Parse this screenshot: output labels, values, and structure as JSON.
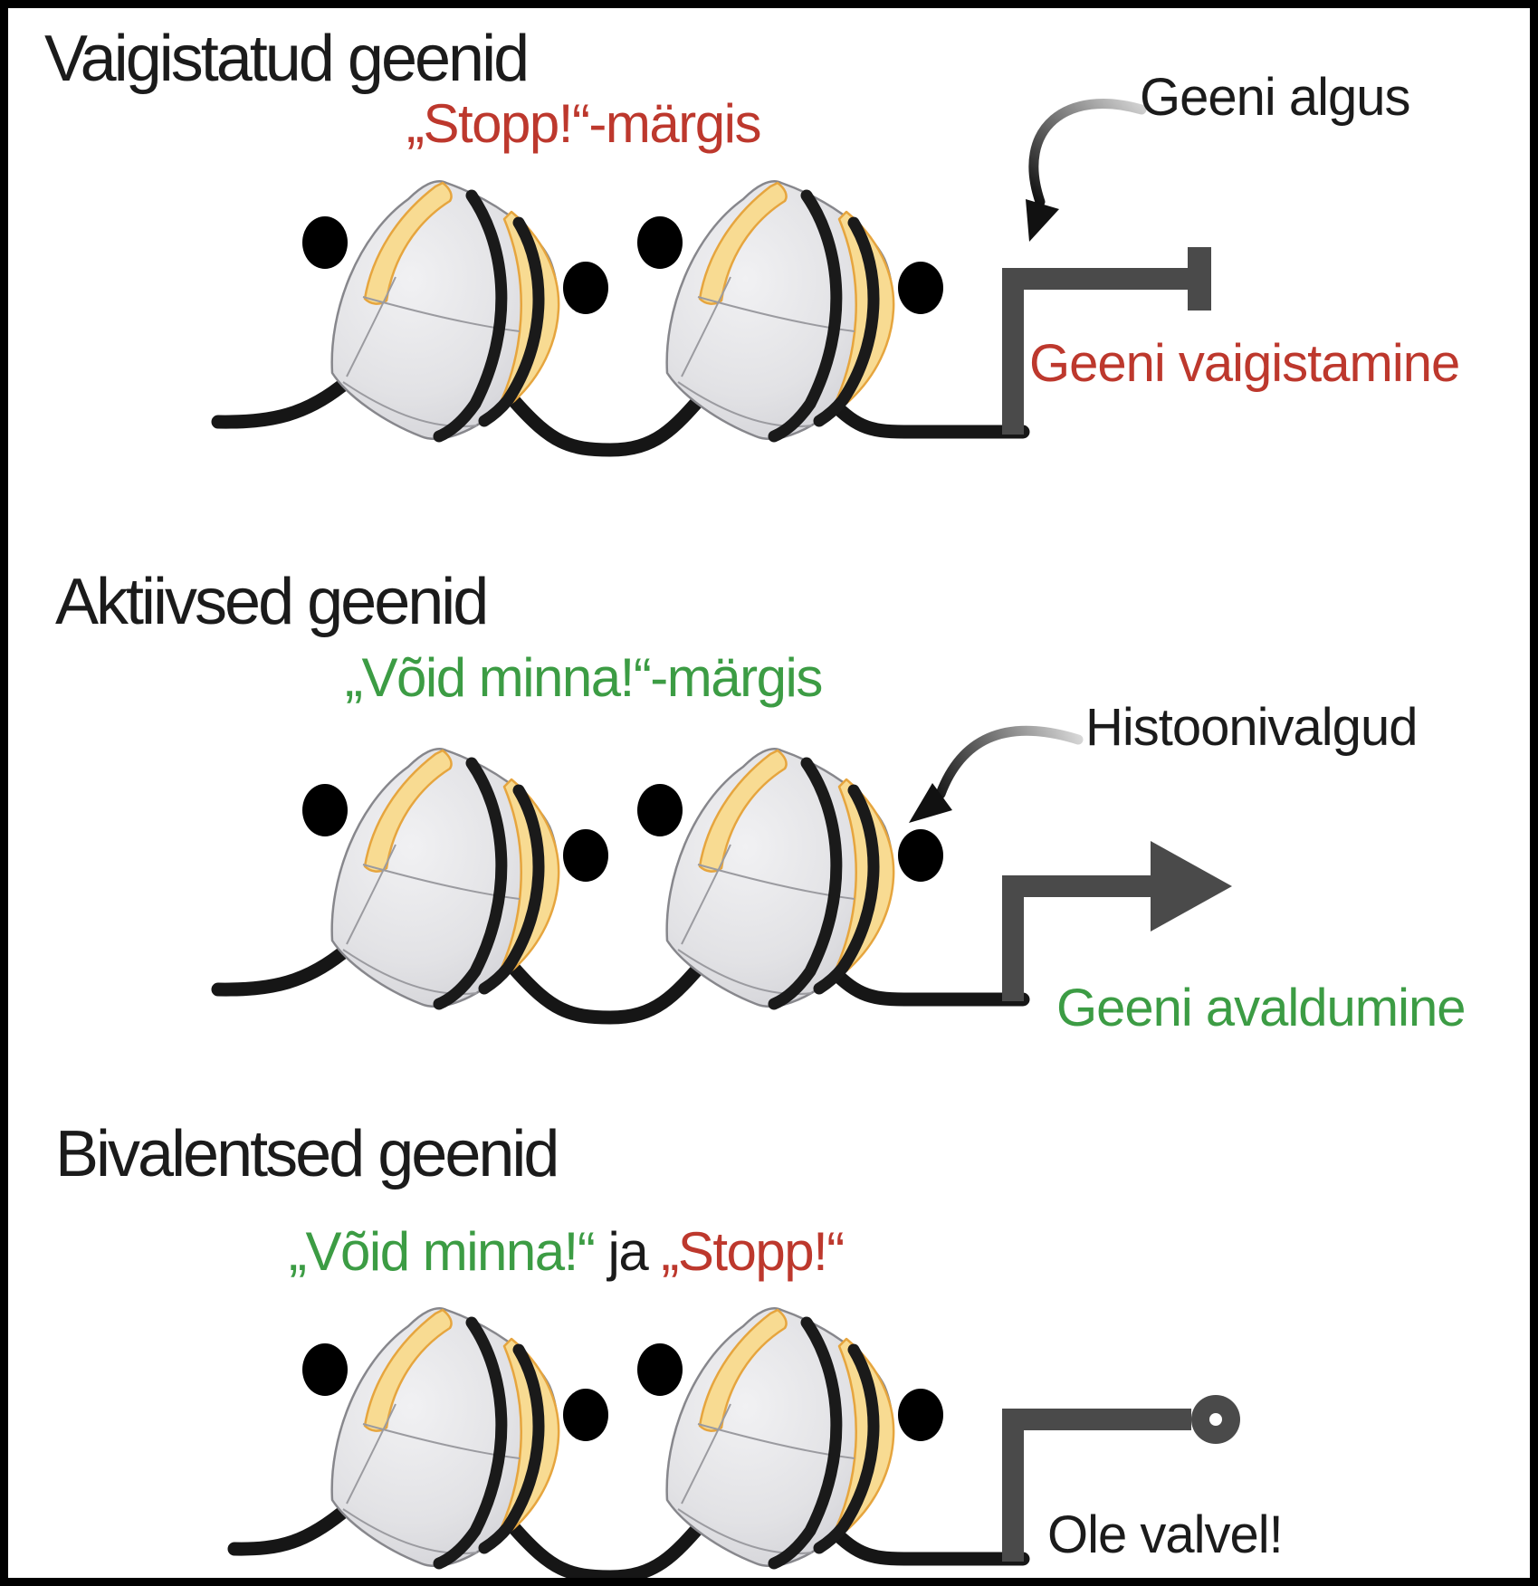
{
  "figure": {
    "description_language": "Estonian",
    "colors": {
      "red": "#bd382d",
      "green": "#3c9c44",
      "black_text": "#1b1b1b",
      "dna": "#161616",
      "gene_glyph": "#4a4a4a",
      "histone_gray": "#dfdfe2",
      "histone_yellow": "#f8db92",
      "yellow_outline": "#e6a53e",
      "background": "#ffffff",
      "border": "#000000"
    },
    "sections": [
      {
        "id": "silenced-genes",
        "title": "Vaigistatud geenid",
        "mark_label": {
          "parts": [
            {
              "text": "„Stopp!“-märgis",
              "color_role": "red"
            }
          ]
        },
        "histone_marks": {
          "left_pin": "red",
          "right_pin": "red"
        },
        "gene_symbol": "blocked-bar",
        "callout": "Geeni algus",
        "result_label": {
          "text": "Geeni vaigistamine",
          "color_role": "red"
        }
      },
      {
        "id": "active-genes",
        "title": "Aktiivsed geenid",
        "mark_label": {
          "parts": [
            {
              "text": "„Võid minna!“-märgis",
              "color_role": "green"
            }
          ]
        },
        "histone_marks": {
          "left_pin": "green",
          "right_pin": "green"
        },
        "gene_symbol": "expression-arrow",
        "callout": "Histoonivalgud",
        "result_label": {
          "text": "Geeni avaldumine",
          "color_role": "green"
        }
      },
      {
        "id": "bivalent-genes",
        "title": "Bivalentsed geenid",
        "mark_label": {
          "parts": [
            {
              "text": "„Võid minna!“",
              "color_role": "green"
            },
            {
              "text": " ja ",
              "color_role": "black"
            },
            {
              "text": "„Stopp!“",
              "color_role": "red"
            }
          ]
        },
        "histone_marks": {
          "left_pin": "red",
          "right_pin": "green"
        },
        "gene_symbol": "paused-circle",
        "callout": "",
        "result_label": {
          "text": "Ole valvel!",
          "color_role": "black"
        }
      }
    ]
  }
}
